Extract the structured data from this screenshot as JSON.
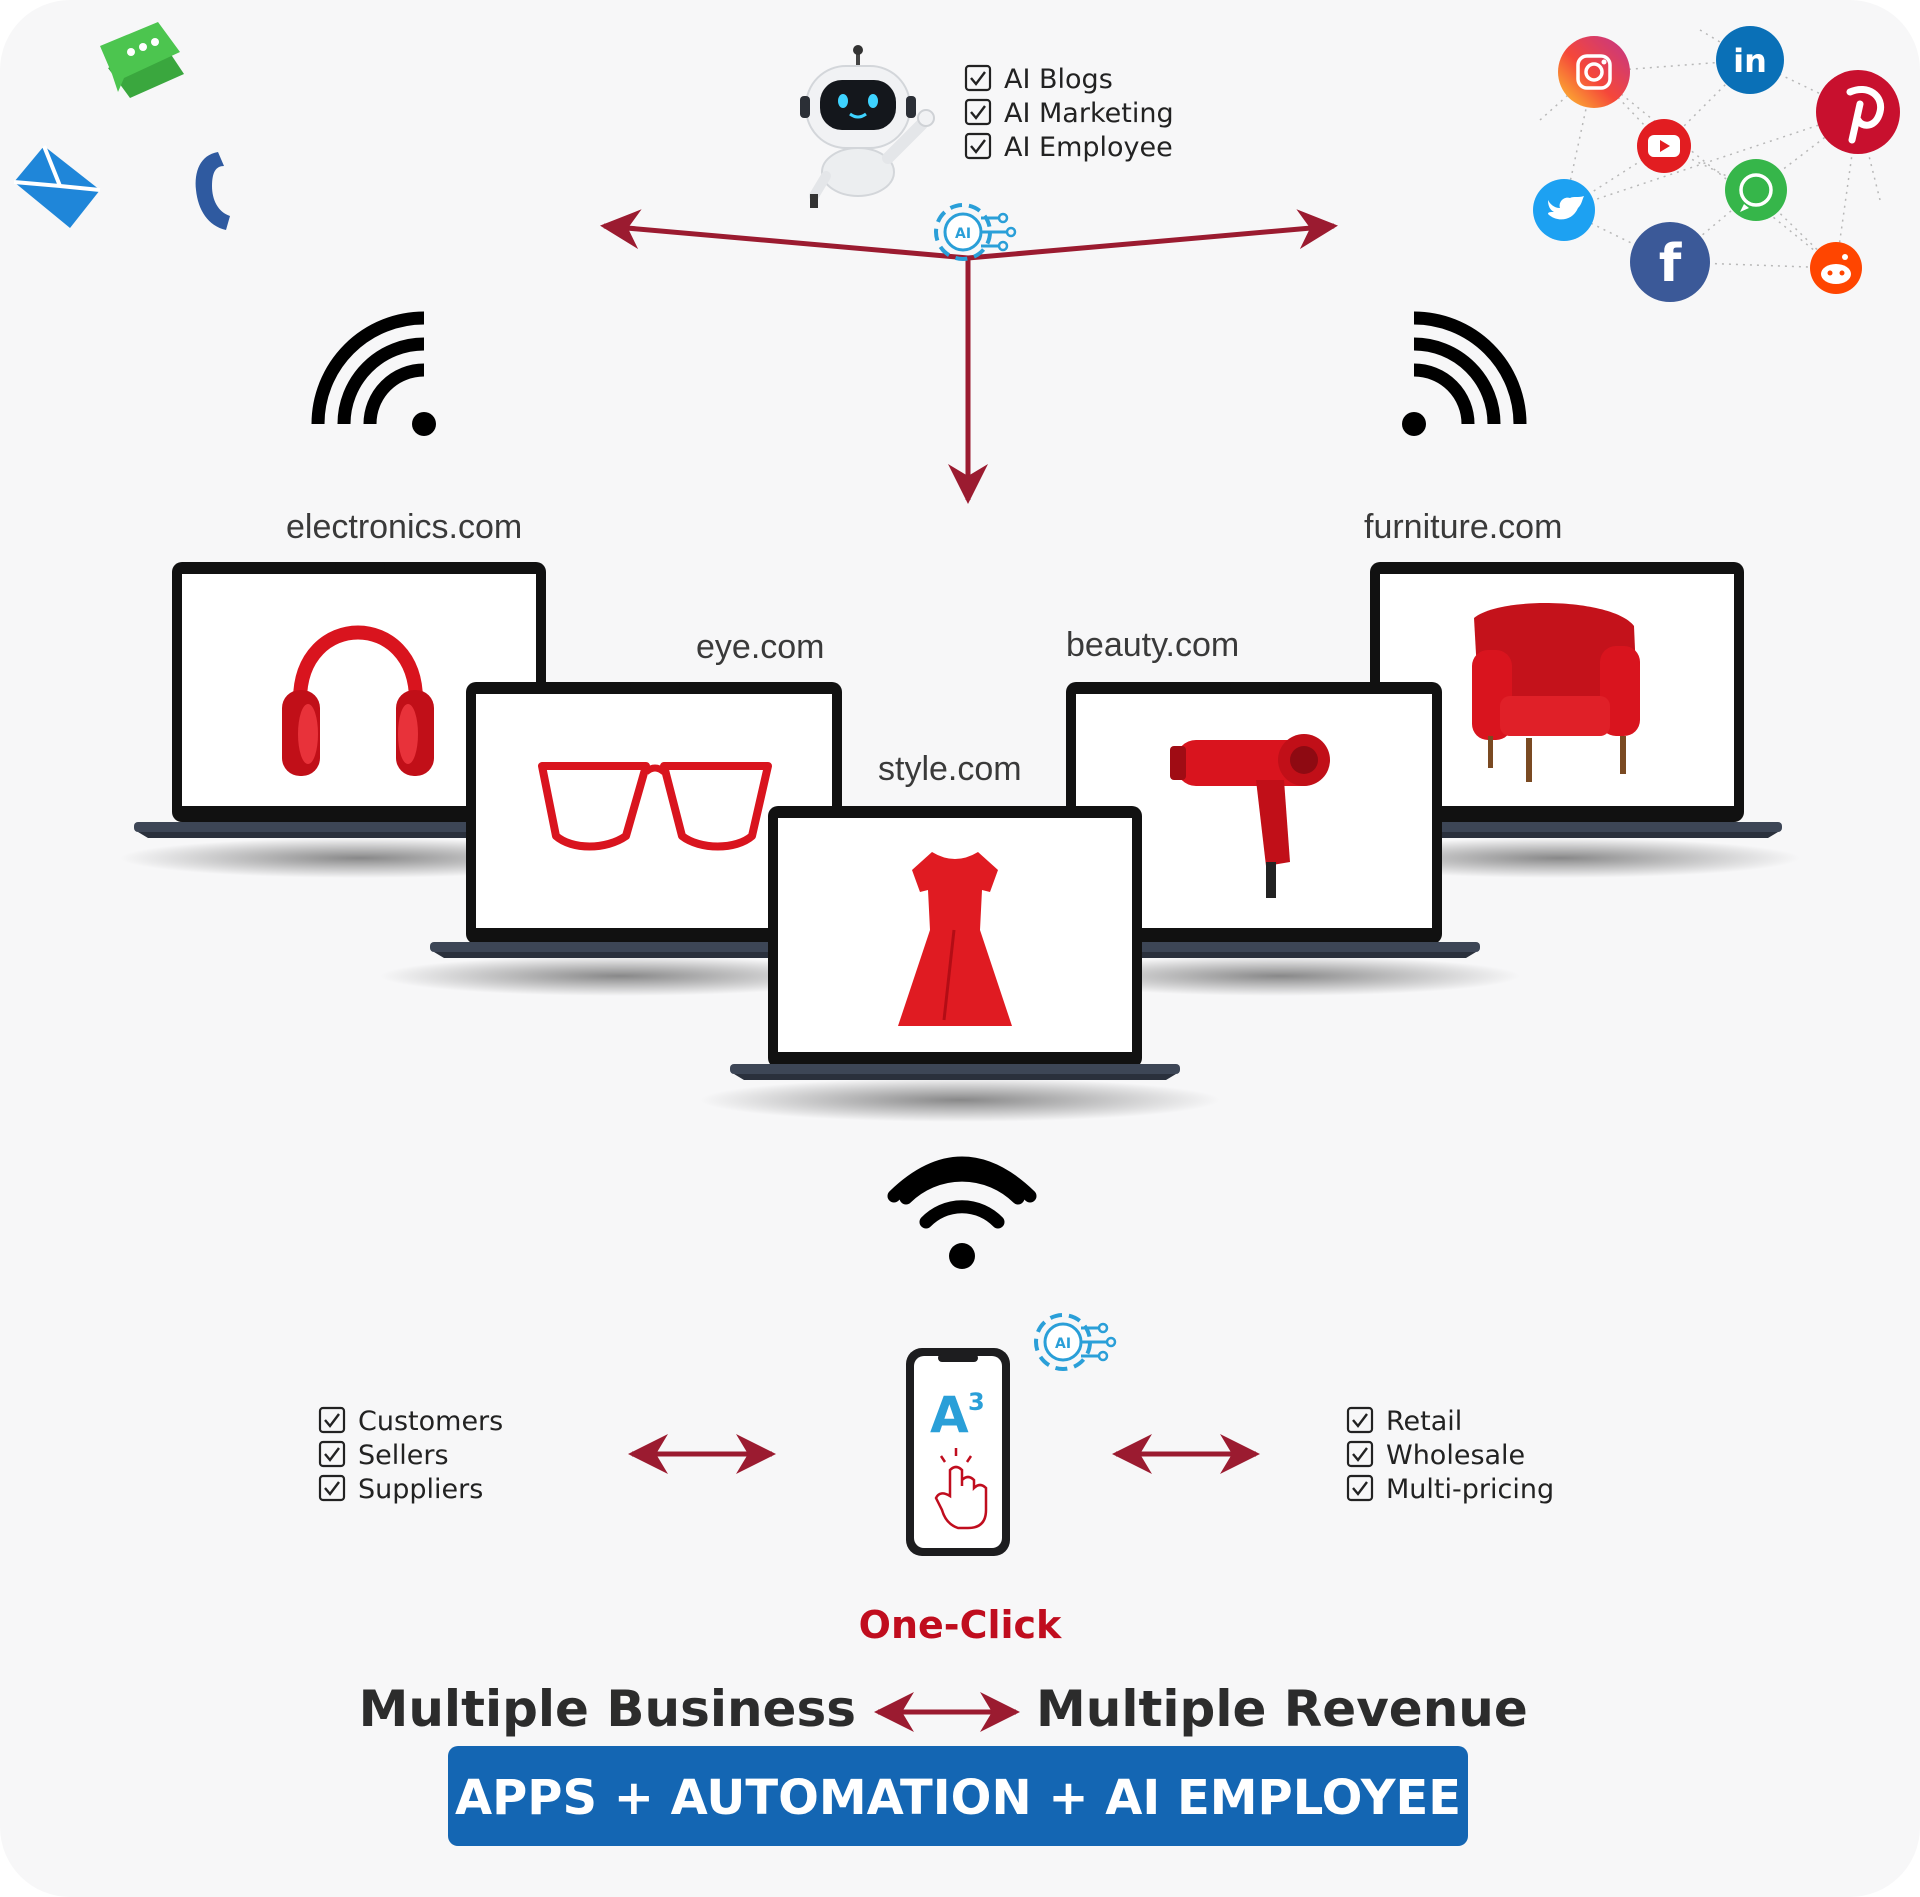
{
  "colors": {
    "arrow": "#9b1b30",
    "product_red": "#d9141e",
    "banner_blue": "#1466b3",
    "ai_blue": "#2a9fd8",
    "one_click_red": "#c00d1e",
    "wifi": "#000000"
  },
  "top_checklist": [
    "AI Blogs",
    "AI Marketing",
    "AI Employee"
  ],
  "sites": {
    "electronics": "electronics.com",
    "eye": "eye.com",
    "style": "style.com",
    "beauty": "beauty.com",
    "furniture": "furniture.com"
  },
  "left_checklist": [
    "Customers",
    "Sellers",
    "Suppliers"
  ],
  "right_checklist": [
    "Retail",
    "Wholesale",
    "Multi-pricing"
  ],
  "gear_label": "AI",
  "phone_logo": "A",
  "phone_logo_sup": "3",
  "one_click": "One-Click",
  "business_left": "Multiple Business",
  "business_right": "Multiple Revenue",
  "banner": "APPS + AUTOMATION + AI EMPLOYEE",
  "social": {
    "instagram": "instagram-icon",
    "linkedin": "in",
    "pinterest": "pinterest-icon",
    "youtube": "youtube-icon",
    "whatsapp": "whatsapp-icon",
    "twitter": "twitter-icon",
    "facebook": "f",
    "reddit": "reddit-icon"
  }
}
